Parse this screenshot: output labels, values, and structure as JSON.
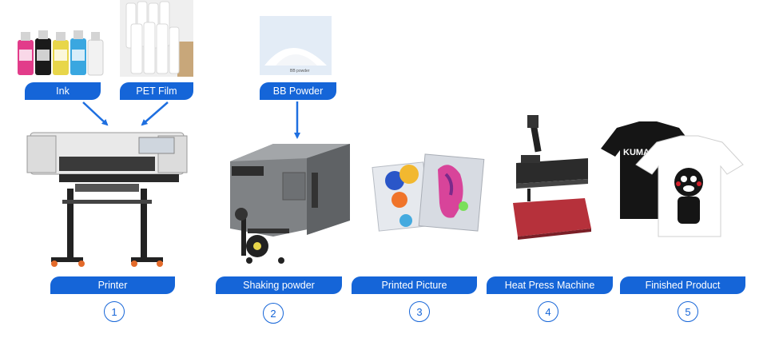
{
  "inputs": {
    "ink_label": "Ink",
    "film_label": "PET Film",
    "powder_label": "BB Powder"
  },
  "steps": [
    {
      "label": "Printer",
      "number": "1"
    },
    {
      "label": "Shaking powder",
      "number": "2"
    },
    {
      "label": "Printed Picture",
      "number": "3"
    },
    {
      "label": "Heat Press Machine",
      "number": "4"
    },
    {
      "label": "Finished Product",
      "number": "5"
    }
  ],
  "shirt_text": "KUMAMO",
  "colors": {
    "accent": "#1565d8",
    "arrow": "#1e6fe0",
    "ink": [
      "#e23c8a",
      "#1a1a1a",
      "#e8d64a",
      "#3aa7e0",
      "#f2f2f2"
    ]
  }
}
